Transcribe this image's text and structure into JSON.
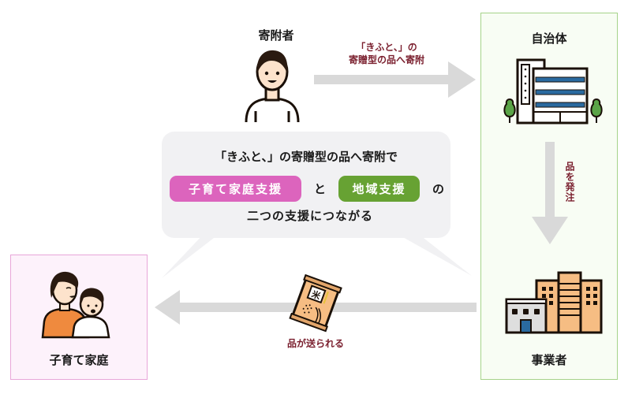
{
  "nodes": {
    "donor": {
      "label": "寄附者",
      "icon": "person-icon"
    },
    "municipality": {
      "label": "自治体",
      "icon": "city-hall-building-icon"
    },
    "business": {
      "label": "事業者",
      "icon": "company-buildings-icon"
    },
    "family": {
      "label": "子育て家庭",
      "icon": "parent-and-child-icon"
    }
  },
  "flows": {
    "donor_to_municipality": {
      "line1": "「きふと、」の",
      "line2": "寄贈型の品へ寄附",
      "direction": "right"
    },
    "municipality_to_business": {
      "label": "品を発注",
      "direction": "down"
    },
    "business_to_family": {
      "label": "品が送られる",
      "direction": "left",
      "icon": "rice-bag-icon"
    }
  },
  "bubble": {
    "line1": "「きふと、」の寄贈型の品へ寄附で",
    "pill_child": "子育て家庭支援",
    "connector": "と",
    "pill_region": "地域支援",
    "suffix": "の",
    "line3": "二つの支援につながる"
  },
  "colors": {
    "accent_text": "#7a1f2e",
    "pill_pink": "#dc64bd",
    "pill_green": "#67a233",
    "municipality_border": "#a6d38a",
    "family_border": "#e8a6d9",
    "arrow": "#d9d9d9"
  }
}
